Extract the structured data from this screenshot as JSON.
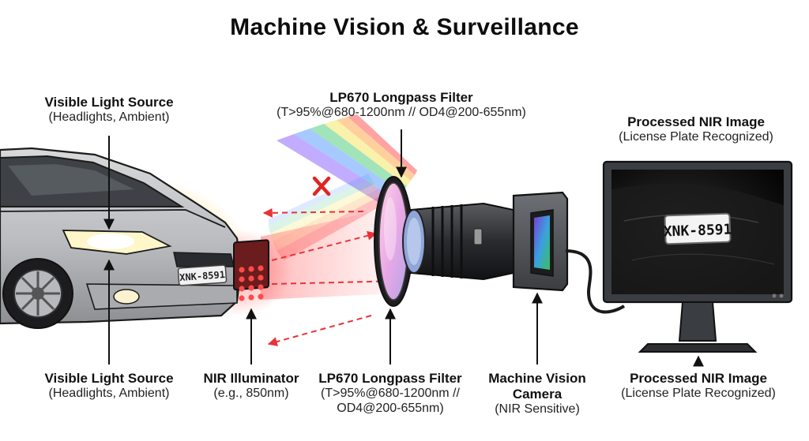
{
  "title": "Machine Vision & Surveillance",
  "labels": {
    "visible_top": {
      "heading": "Visible Light Source",
      "sub": "(Headlights, Ambient)"
    },
    "filter_top": {
      "heading": "LP670 Longpass Filter",
      "sub": "(T>95%@680-1200nm // OD4@200-655nm)"
    },
    "processed_top": {
      "heading": "Processed NIR Image",
      "sub": "(License Plate Recognized)"
    },
    "visible_bottom": {
      "heading": "Visible Light Source",
      "sub": "(Headlights, Ambient)"
    },
    "nir_illuminator": {
      "heading": "NIR Illuminator",
      "sub": "(e.g., 850nm)"
    },
    "filter_bottom": {
      "heading": "LP670 Longpass Filter",
      "sub1": "(T>95%@680-1200nm //",
      "sub2": "OD4@200-655nm)"
    },
    "camera": {
      "heading1": "Machine Vision",
      "heading2": "Camera",
      "sub": "(NIR Sensitive)"
    },
    "processed_bottom": {
      "heading": "Processed NIR Image",
      "sub": "(License Plate Recognized)"
    }
  },
  "plates": {
    "car_plate": "XNK-8591",
    "monitor_plate": "XNK-8591"
  },
  "icons": {
    "blocked": "red-x-icon"
  },
  "colors": {
    "ir_red": "#e8323a",
    "arrow_black": "#111111",
    "monitor_frame": "#3a3d42"
  }
}
